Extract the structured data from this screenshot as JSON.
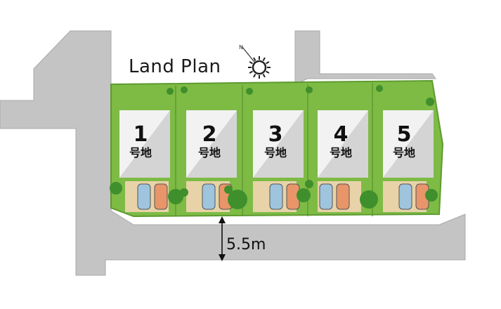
{
  "title": "Land Plan",
  "lots": [
    {
      "number": "1",
      "unit": "号地"
    },
    {
      "number": "2",
      "unit": "号地"
    },
    {
      "number": "3",
      "unit": "号地"
    },
    {
      "number": "4",
      "unit": "号地"
    },
    {
      "number": "5",
      "unit": "号地"
    }
  ],
  "road_width": "5.5m",
  "colors": {
    "road": "#c4c4c4",
    "road_edge": "#a9a9a9",
    "lawn": "#7dbb45",
    "lawn_dark": "#5e9a30",
    "house_light": "#f2f2f2",
    "house_shade": "#d4d4d4",
    "gravel": "#e8d3a8",
    "car_blue": "#9fc4dd",
    "car_orange": "#e8956a",
    "tree": "#3f8f2c"
  },
  "icons": [
    "compass-north-icon",
    "sun-icon",
    "dimension-arrow-icon"
  ]
}
